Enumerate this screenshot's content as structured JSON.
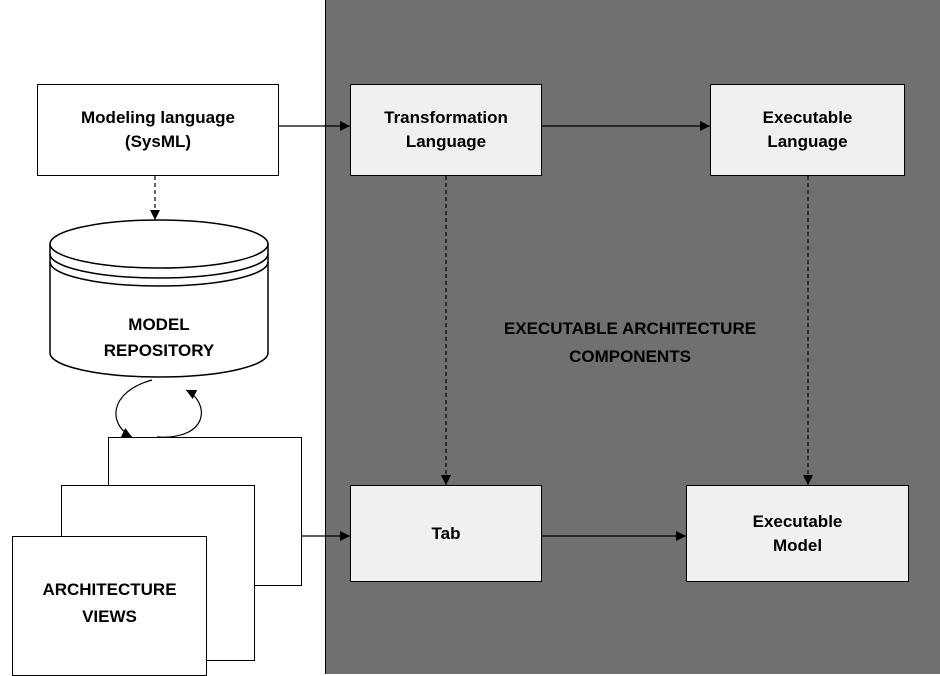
{
  "nodes": {
    "modeling_language": "Modeling language\n(SysML)",
    "transformation_language": "Transformation\nLanguage",
    "executable_language": "Executable\nLanguage",
    "tab": "Tab",
    "executable_model": "Executable\nModel",
    "model_repository": "MODEL\nREPOSITORY",
    "architecture_views": "ARCHITECTURE\nVIEWS"
  },
  "panel_label": "EXECUTABLE ARCHITECTURE\nCOMPONENTS",
  "colors": {
    "panel_background": "#707070",
    "box_light": "#f0f0f0",
    "box_white": "#ffffff",
    "line": "#000000"
  }
}
